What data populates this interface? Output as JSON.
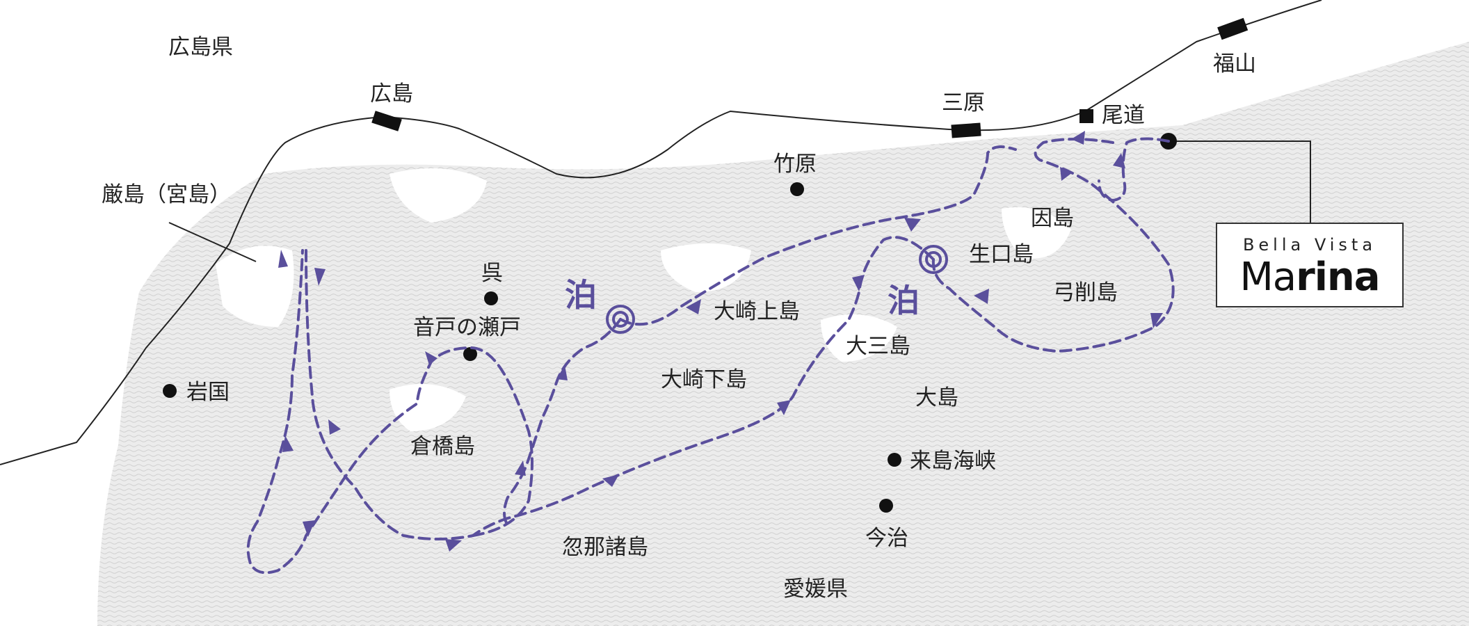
{
  "colors": {
    "route": "#5a4f9c",
    "land": "#e4e4e4",
    "line": "#222222"
  },
  "prefectures": {
    "north": "広島県",
    "south": "愛媛県"
  },
  "stations": [
    {
      "id": "hiroshima",
      "label": "広島"
    },
    {
      "id": "mihara",
      "label": "三原"
    },
    {
      "id": "fukuyama",
      "label": "福山"
    }
  ],
  "places": {
    "itsukushima": "厳島（宮島）",
    "iwakuni": "岩国",
    "kure": "呉",
    "ondo": "音戸の瀬戸",
    "kurahashi": "倉橋島",
    "takehara": "竹原",
    "onomichi": "尾道",
    "innoshima": "因島",
    "ikuchijima": "生口島",
    "yugeshima": "弓削島",
    "osakikamijima": "大崎上島",
    "osakishimojima": "大崎下島",
    "omishima": "大三島",
    "oshima": "大島",
    "kurushima": "来島海峡",
    "imabari": "今治",
    "kutsuna": "忽那諸島"
  },
  "overnight_marker": "泊",
  "logo": {
    "top": "Bella Vista",
    "brand_regular": "Ma",
    "brand_bold": "rina"
  }
}
